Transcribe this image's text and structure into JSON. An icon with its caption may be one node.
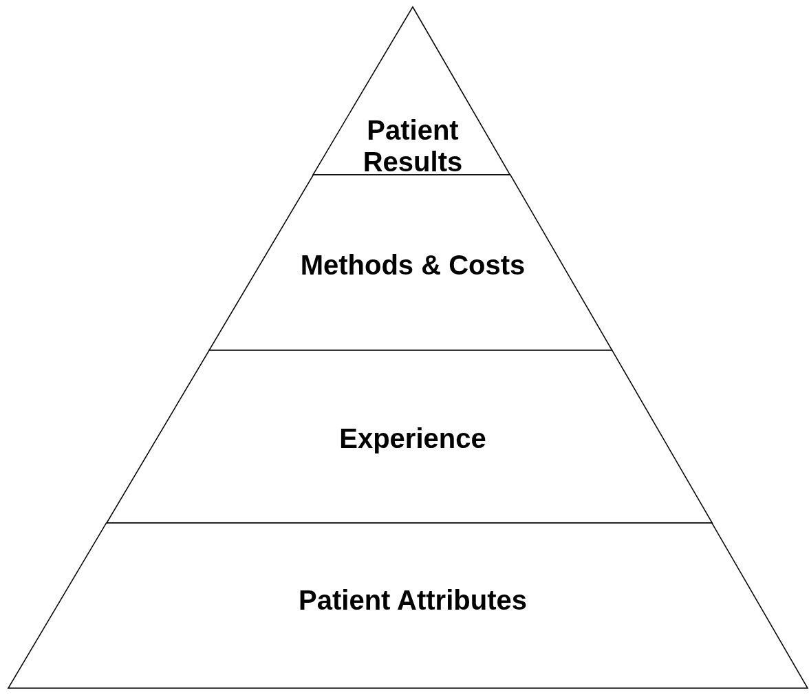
{
  "diagram": {
    "nodes": [
      {
        "text": [
          "Patient Results"
        ]
      },
      {
        "text": [
          "Methods & Costs"
        ]
      },
      {
        "text": [
          "Experience"
        ]
      },
      {
        "text": [
          "Patient Attributes"
        ]
      }
    ]
  }
}
